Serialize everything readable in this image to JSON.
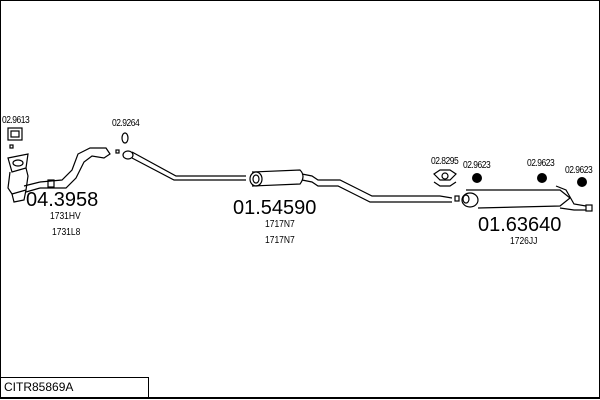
{
  "diagram_title": "CITR85869A",
  "parts": [
    {
      "number": "04.3958",
      "refs": [
        "1731HV",
        "1731L8"
      ]
    },
    {
      "number": "01.54590",
      "refs": [
        "1717N7",
        "1717N7"
      ]
    },
    {
      "number": "01.63640",
      "refs": [
        "1726JJ"
      ]
    }
  ],
  "accessories": [
    {
      "number": "02.9613"
    },
    {
      "number": "02.9264"
    },
    {
      "number": "02.8295"
    },
    {
      "number": "02.9623"
    },
    {
      "number": "02.9623"
    },
    {
      "number": "02.9623"
    }
  ],
  "colors": {
    "line": "#000000",
    "background": "#ffffff"
  }
}
